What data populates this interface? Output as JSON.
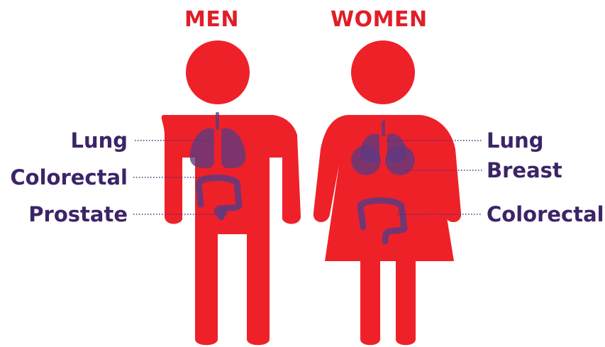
{
  "headings": {
    "men": "MEN",
    "women": "WOMEN"
  },
  "men_labels": [
    {
      "text": "Lung"
    },
    {
      "text": "Colorectal"
    },
    {
      "text": "Prostate"
    }
  ],
  "women_labels": [
    {
      "text": "Lung"
    },
    {
      "text": "Breast"
    },
    {
      "text": "Colorectal"
    }
  ],
  "colors": {
    "figure": "#ee2129",
    "organ": "#5e3a80",
    "label_text": "#3c2467",
    "heading_text": "#e01e28",
    "leader_line": "#4a3070"
  }
}
